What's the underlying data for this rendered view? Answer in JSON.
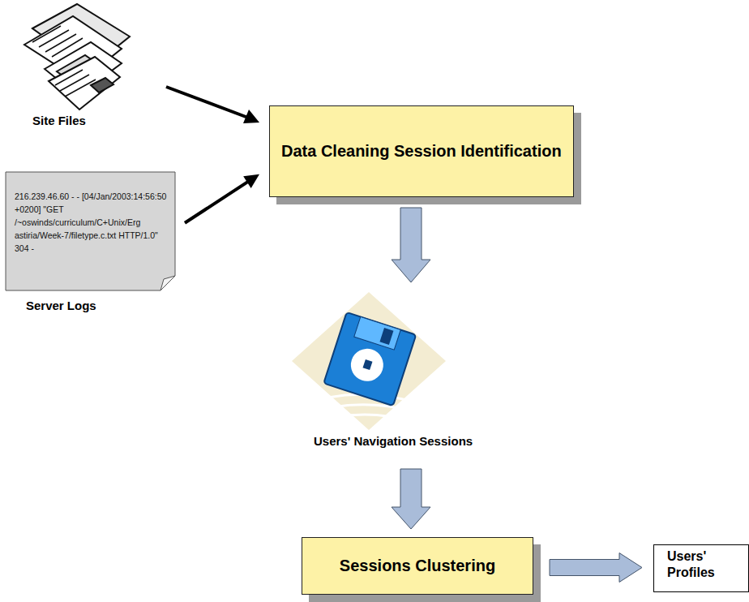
{
  "diagram": {
    "nodes": [
      {
        "text": [
          "Data Cleaning Session Identification"
        ]
      },
      {
        "text": [
          "216.239.46.60 - - [04/Jan/2003:14:56:50 +0200] \"GET /~oswinds/curriculum/C+Unix/Erg astiria/Week-7/filetype.c.txt HTTP/1.0\" 304 -",
          "Server Logs"
        ]
      },
      {
        "text": [
          "Sessions Clustering"
        ]
      },
      {
        "text": [
          "Users' Profiles"
        ]
      }
    ],
    "edges": [
      {
        "from": 1,
        "to": 0,
        "arrow": "to"
      },
      {
        "from": 2,
        "to": 3,
        "arrow": "to"
      }
    ],
    "labels": [
      "Site Files",
      "Users' Navigation Sessions"
    ]
  }
}
